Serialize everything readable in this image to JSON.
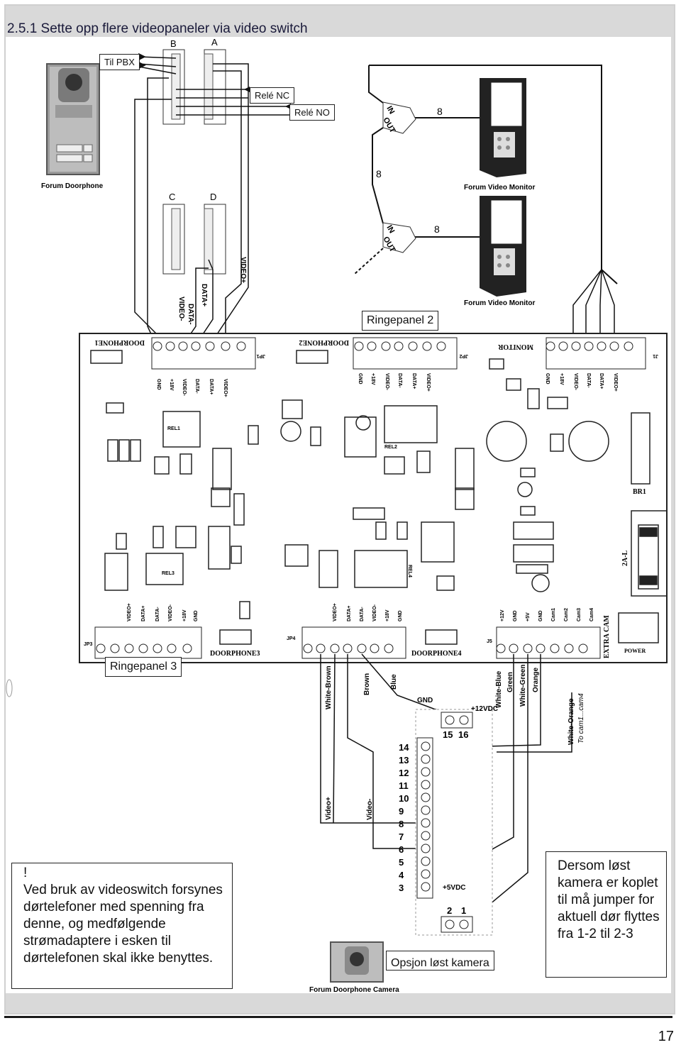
{
  "header": {
    "title": "2.5.1 Sette opp flere videopaneler via video switch"
  },
  "labels": {
    "til_pbx": "Til PBX",
    "rele_nc": "Relé NC",
    "rele_no": "Relé NO",
    "ringepanel_2": "Ringepanel 2",
    "ringepanel_3": "Ringepanel 3",
    "opsjon": "Opsjon løst kamera"
  },
  "device_labels": {
    "doorphone": "Forum Doorphone",
    "video_monitor_1": "Forum Video Monitor",
    "video_monitor_2": "Forum Video Monitor",
    "doorphone_camera": "Forum Doorphone Camera"
  },
  "connector_letters": [
    "B",
    "A",
    "C",
    "D"
  ],
  "in_out": [
    "IN",
    "OUT"
  ],
  "cable_count": "8",
  "wire_labels_top": [
    "VIDEO-",
    "DATA-",
    "DATA+",
    "VIDEO+"
  ],
  "board": {
    "doorphone1": "DOORPHONE1",
    "doorphone2": "DOORPHONE2",
    "doorphone3": "DOORPHONE3",
    "doorphone4": "DOORPHONE4",
    "monitor": "MONITOR",
    "extra_cam": "EXTRA CAM",
    "power": "POWER",
    "br1": "BR1",
    "fuse": "2A-L"
  },
  "wire_colors": [
    "White-Brown",
    "Brown",
    "Blue",
    "White-Blue",
    "Green",
    "White-Green",
    "Orange",
    "White-Orange"
  ],
  "to_cam": "To cam1...cam4",
  "terminal": {
    "gnd": "GND",
    "v12": "+12VDC",
    "v5": "+5VDC",
    "pins_top": [
      "15",
      "16"
    ],
    "pins_bottom": [
      "2",
      "1"
    ],
    "pins_side": [
      "14",
      "13",
      "12",
      "11",
      "10",
      "9",
      "8",
      "7",
      "6",
      "5",
      "4",
      "3"
    ],
    "video_plus": "Video+",
    "video_minus": "Video-"
  },
  "notes": {
    "left_mark": "!",
    "left": "Ved bruk av videoswitch forsynes dørtelefoner med spenning fra denne, og medfølgende strømadaptere i esken til dørtelefonen skal ikke benyttes.",
    "right": "Dersom løst kamera er koplet til må jumper for aktuell dør flyttes fra 1-2 til 2-3"
  },
  "page_number": "17"
}
